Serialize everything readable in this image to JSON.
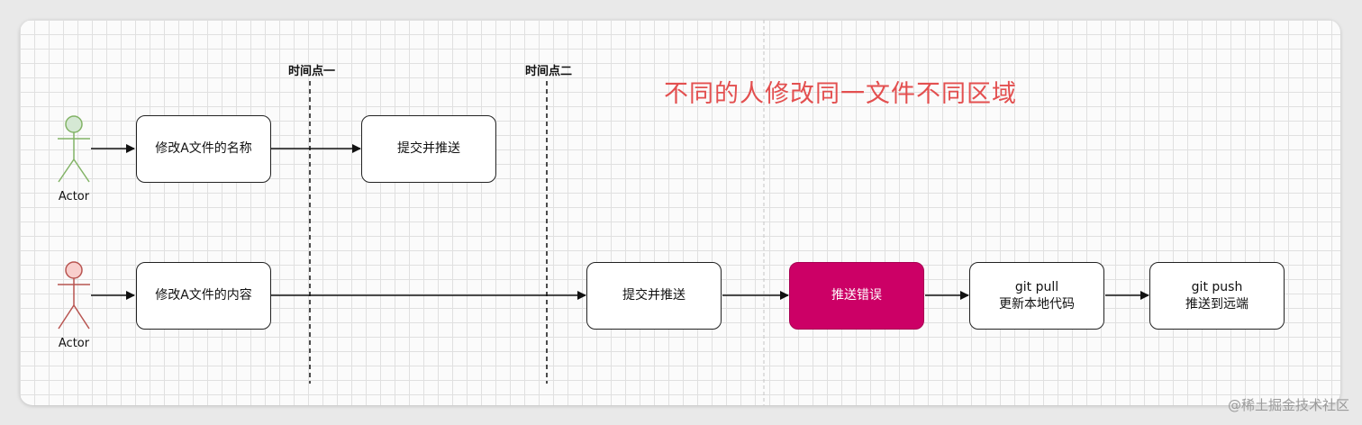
{
  "title": "不同的人修改同一文件不同区域",
  "markers": [
    {
      "label": "时间点一"
    },
    {
      "label": "时间点二"
    }
  ],
  "actors": [
    {
      "label": "Actor",
      "color": "#82b366",
      "fill": "#d5e8d4"
    },
    {
      "label": "Actor",
      "color": "#b85450",
      "fill": "#f8cecc"
    }
  ],
  "row1": {
    "step1": "修改A文件的名称",
    "step2": "提交并推送"
  },
  "row2": {
    "step1": "修改A文件的内容",
    "step2": "提交并推送",
    "step3": "推送错误",
    "step4_line1": "git pull",
    "step4_line2": "更新本地代码",
    "step5_line1": "git push",
    "step5_line2": "推送到远端"
  },
  "colors": {
    "error_fill": "#cc0066",
    "title": "#e34f4f"
  },
  "watermark": "@稀土掘金技术社区"
}
